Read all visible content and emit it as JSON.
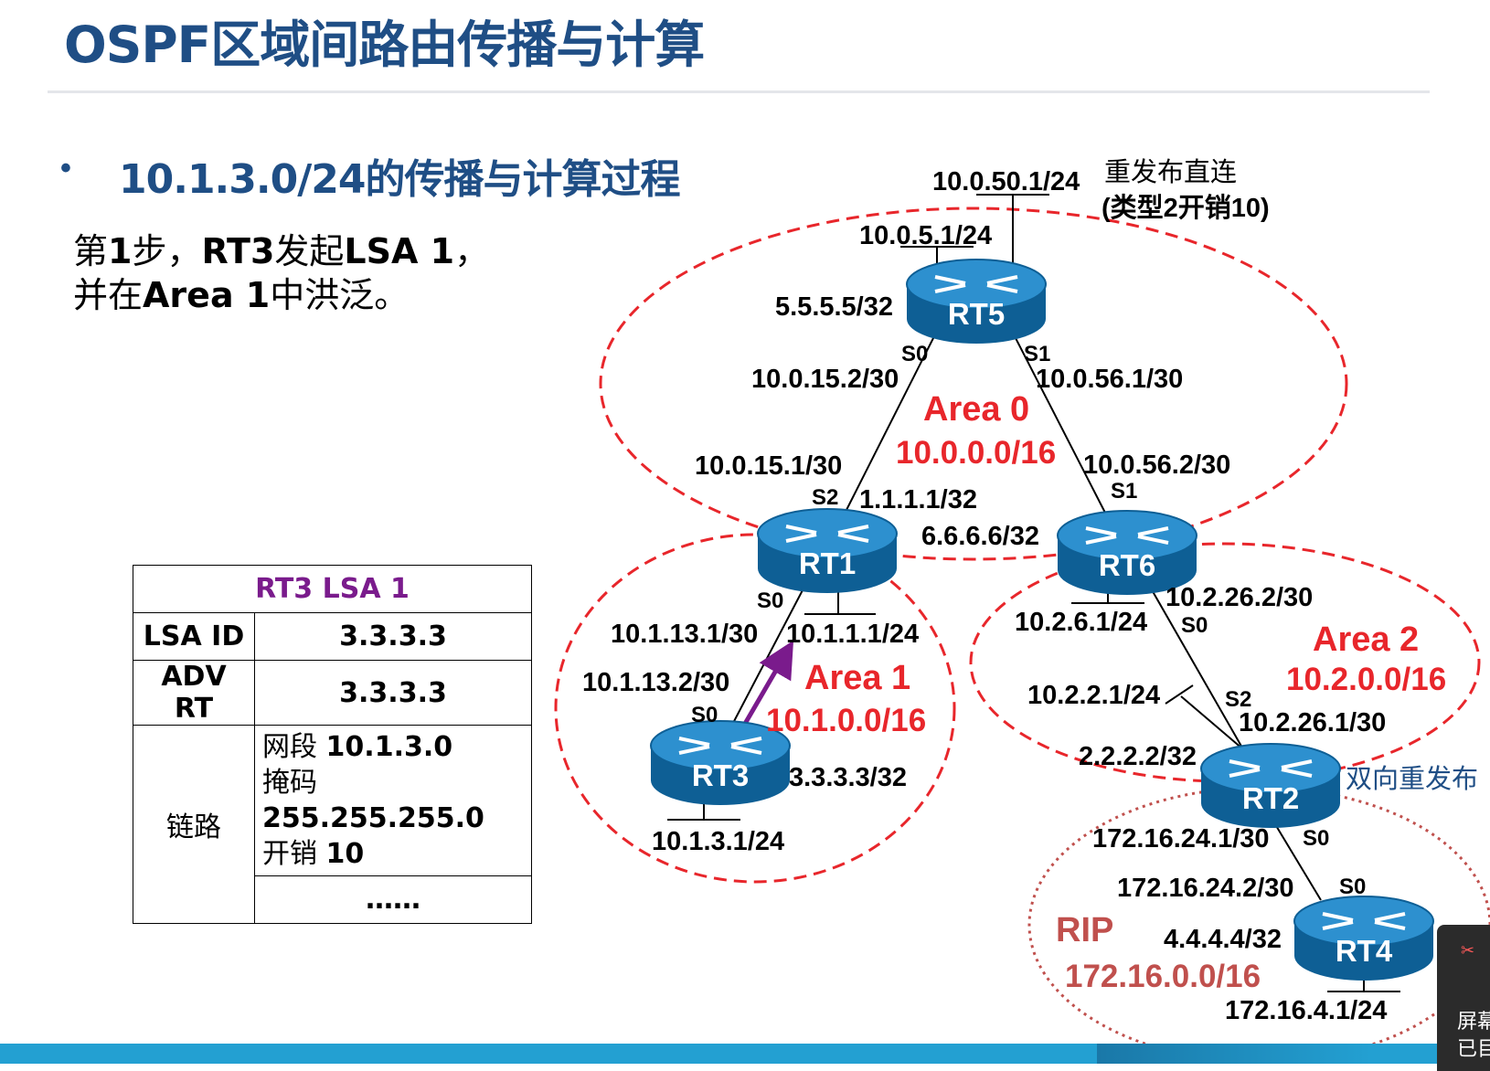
{
  "title": "OSPF区域间路由传播与计算",
  "bullet": "10.1.3.0/24的传播与计算过程",
  "step": {
    "line1_pre": "第",
    "line1_num": "1",
    "line1_mid": "步，",
    "line1_bold": "RT3",
    "line1_mid2": "发起",
    "line1_bold2": "LSA 1",
    "line1_post": "，",
    "line2_pre": "并在",
    "line2_bold": "Area 1",
    "line2_post": "中洪泛。"
  },
  "lsa_table": {
    "header": "RT3 LSA 1",
    "rows": [
      {
        "key": "LSA ID",
        "value": "3.3.3.3"
      },
      {
        "key": "ADV RT",
        "value": "3.3.3.3"
      }
    ],
    "link_key": "链路",
    "link_lines": [
      {
        "label": "网段",
        "value": "10.1.3.0"
      },
      {
        "label": "掩码",
        "value": "255.255.255.0"
      },
      {
        "label": "开销",
        "value": "10"
      }
    ],
    "ellipsis": "……"
  },
  "diagram": {
    "routers": [
      "RT5",
      "RT1",
      "RT6",
      "RT3",
      "RT2",
      "RT4"
    ],
    "areas": [
      {
        "name": "Area 0",
        "prefix": "10.0.0.0/16"
      },
      {
        "name": "Area 1",
        "prefix": "10.1.0.0/16"
      },
      {
        "name": "Area 2",
        "prefix": "10.2.0.0/16"
      },
      {
        "name": "RIP",
        "prefix": "172.16.0.0/16"
      }
    ],
    "labels": {
      "rt5_top_net": "10.0.50.1/24",
      "redistribute": "重发布直连",
      "redistribute_type": "(类型2开销10)",
      "rt5_net": "10.0.5.1/24",
      "rt5_loopback": "5.5.5.5/32",
      "rt5_s0": "S0",
      "rt5_s1": "S1",
      "l_10_0_15_2": "10.0.15.2/30",
      "l_10_0_56_1": "10.0.56.1/30",
      "l_10_0_15_1": "10.0.15.1/30",
      "l_10_0_56_2": "10.0.56.2/30",
      "rt1_s2": "S2",
      "rt1_loopback": "1.1.1.1/32",
      "rt6_s1": "S1",
      "rt6_loopback": "6.6.6.6/32",
      "rt1_s0": "S0",
      "l_10_1_13_1": "10.1.13.1/30",
      "l_10_1_1_1": "10.1.1.1/24",
      "l_10_1_13_2": "10.1.13.2/30",
      "rt3_s0": "S0",
      "rt3_loopback": "3.3.3.3/32",
      "l_10_1_3_1": "10.1.3.1/24",
      "l_10_2_26_2": "10.2.26.2/30",
      "l_10_2_6_1": "10.2.6.1/24",
      "rt6_s0": "S0",
      "l_10_2_2_1": "10.2.2.1/24",
      "rt2_s2": "S2",
      "l_10_2_26_1": "10.2.26.1/30",
      "rt2_loopback": "2.2.2.2/32",
      "mutual_redistribute": "双向重发布",
      "l_172_16_24_1": "172.16.24.1/30",
      "rt2_s0": "S0",
      "l_172_16_24_2": "172.16.24.2/30",
      "rt4_s0": "S0",
      "rt4_loopback": "4.4.4.4/32",
      "l_172_16_4_1": "172.16.4.1/24"
    }
  },
  "toast": {
    "line1": "屏幕",
    "line2": "已目"
  },
  "colors": {
    "title": "#1f4e85",
    "area_border": "#e8262b",
    "area_text": "#e8262b",
    "rip_border": "#c0504d",
    "rip_text": "#c0504d",
    "router_fill": "#1479b8",
    "arrow": "#7a1b8c",
    "table_header": "#7a1b8c",
    "bottom_bar": "#23a0d2"
  }
}
